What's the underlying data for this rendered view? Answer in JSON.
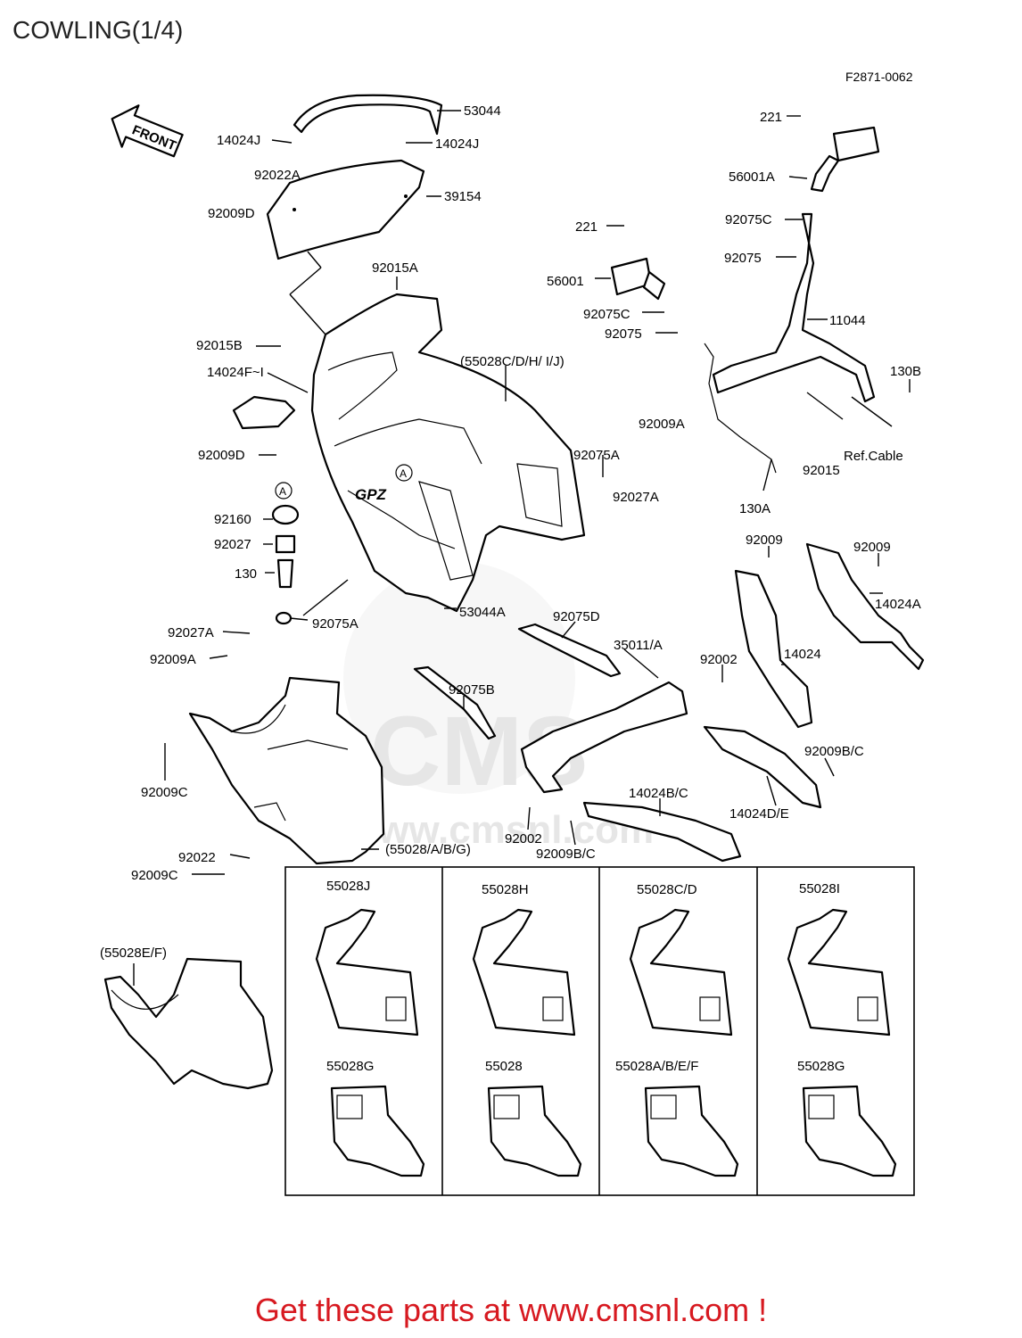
{
  "title": "COWLING(1/4)",
  "diagram_code": "F2871-0062",
  "front_label": "FRONT",
  "footer": "Get these parts at www.cmsnl.com !",
  "watermark": {
    "brand": "CMS",
    "url": "www.cmsnl.com"
  },
  "circle_marker": "A",
  "brand_mark": "GPZ",
  "callouts": {
    "c53044": "53044",
    "c14024J_l": "14024J",
    "c14024J_r": "14024J",
    "c92022A": "92022A",
    "c92009D_top": "92009D",
    "c39154": "39154",
    "c92015A": "92015A",
    "c92015B": "92015B",
    "c14024F": "14024F~I",
    "c55028CDHIJ": "(55028C/D/H/ I/J)",
    "c92009D": "92009D",
    "c92160": "92160",
    "c92027": "92027",
    "c130": "130",
    "c92075A_r": "92075A",
    "c92027A_r": "92027A",
    "c92009A_r": "92009A",
    "c53044A": "53044A",
    "c92075A_l": "92075A",
    "c92027A_l": "92027A",
    "c92009A_l": "92009A",
    "c221_r": "221",
    "c56001A": "56001A",
    "c92075C_r": "92075C",
    "c92075_r": "92075",
    "c221_l": "221",
    "c56001": "56001",
    "c92075C_l": "92075C",
    "c92075_l": "92075",
    "c11044": "11044",
    "c130B": "130B",
    "cRefCable": "Ref.Cable",
    "c92015": "92015",
    "c130A": "130A",
    "c92009_l": "92009",
    "c92009_r": "92009",
    "c14024A": "14024A",
    "c14024": "14024",
    "c92075D": "92075D",
    "c35011A": "35011/A",
    "c92002_r": "92002",
    "c92075B": "92075B",
    "c92009BC_r": "92009B/C",
    "c14024BC": "14024B/C",
    "c14024DE": "14024D/E",
    "c92002_b": "92002",
    "c92009BC_b": "92009B/C",
    "c92009C_top": "92009C",
    "c55028ABG": "(55028/A/B/G)",
    "c92022": "92022",
    "c92009C": "92009C",
    "c55028EF": "(55028E/F)"
  },
  "variant_grid": {
    "row1": [
      "55028J",
      "55028H",
      "55028C/D",
      "55028I"
    ],
    "row2": [
      "55028G",
      "55028",
      "55028A/B/E/F",
      "55028G"
    ]
  }
}
